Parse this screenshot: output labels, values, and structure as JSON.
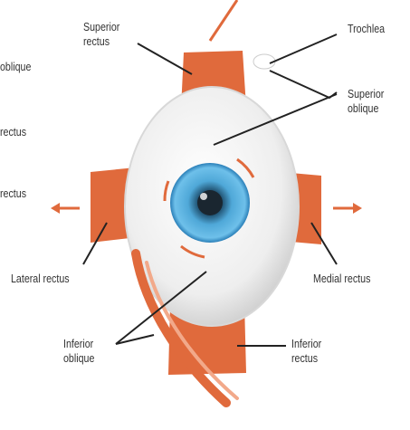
{
  "colors": {
    "muscle": "#e06a3c",
    "muscle_light": "#f2a98a",
    "eyeball": "#f4f4f4",
    "iris": "#4fa8d8",
    "iris_dark": "#2a7fb8",
    "pupil": "#1a2630",
    "leader_line": "#222222",
    "arrow": "#e06a3c"
  },
  "labels": {
    "superior_rectus": [
      "Superior",
      "rectus"
    ],
    "trochlea": "Trochlea",
    "superior_oblique_left": "oblique",
    "superior_oblique_right": [
      "Superior",
      "oblique"
    ],
    "rectus_left_1": "rectus",
    "rectus_left_2": "rectus",
    "lateral_rectus": "Lateral rectus",
    "medial_rectus": "Medial rectus",
    "inferior_oblique": [
      "Inferior",
      "oblique"
    ],
    "inferior_rectus": [
      "Inferior",
      "rectus"
    ]
  }
}
